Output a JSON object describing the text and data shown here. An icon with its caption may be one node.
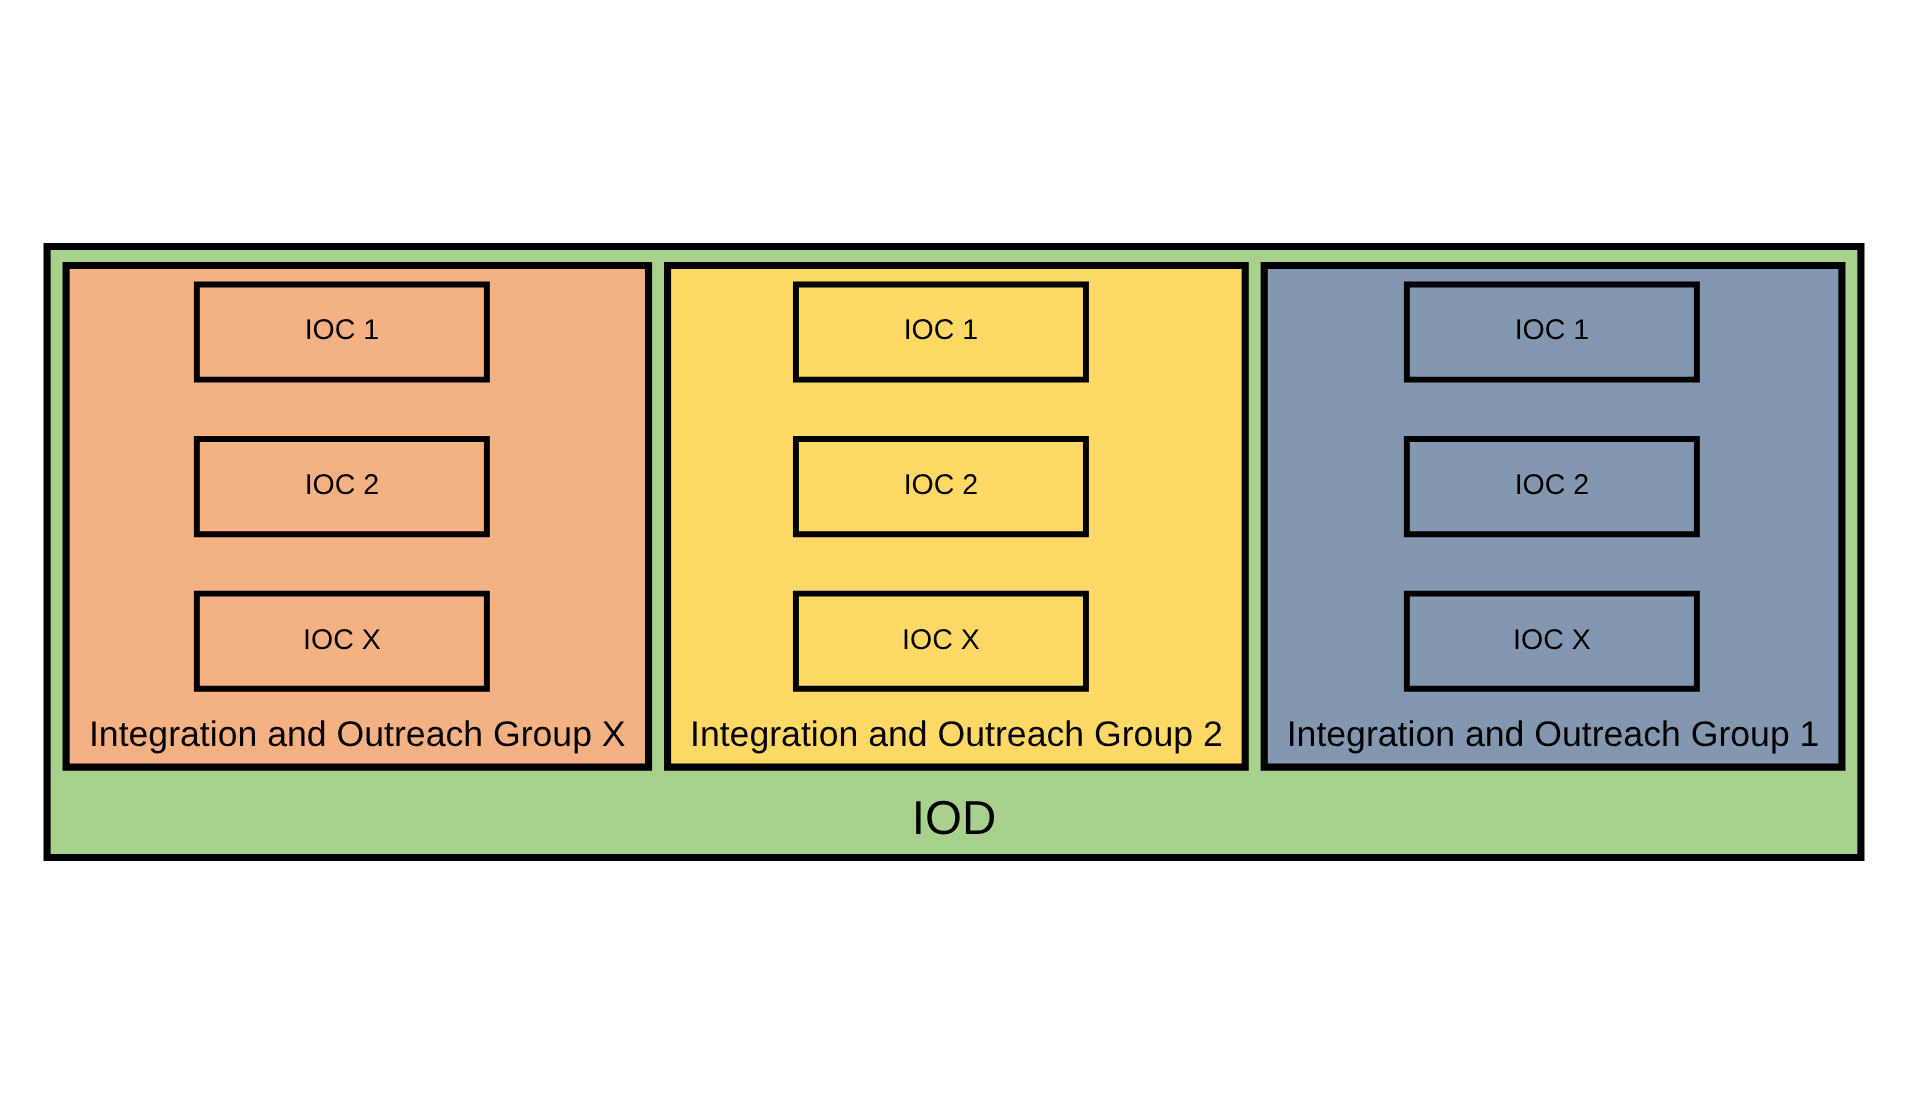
{
  "diagram": {
    "nodes": [
      {
        "text": [
          "IOD"
        ]
      },
      {
        "text": [
          "Integration and Outreach Group 1"
        ],
        "in": 0
      },
      {
        "text": [
          "IOC 1"
        ],
        "in": 1
      },
      {
        "text": [
          "IOC 2"
        ],
        "in": 1
      },
      {
        "text": [
          "IOC X"
        ],
        "in": 1
      },
      {
        "text": [
          "Integration and Outreach Group 2"
        ],
        "in": 0
      },
      {
        "text": [
          "IOC 1"
        ],
        "in": 5
      },
      {
        "text": [
          "IOC 2"
        ],
        "in": 5
      },
      {
        "text": [
          "IOC X"
        ],
        "in": 5
      },
      {
        "text": [
          "Integration and Outreach Group X"
        ],
        "in": 0
      },
      {
        "text": [
          "IOC 1"
        ],
        "in": 9
      },
      {
        "text": [
          "IOC 2"
        ],
        "in": 9
      },
      {
        "text": [
          "IOC X"
        ],
        "in": 9
      }
    ],
    "edges": []
  }
}
